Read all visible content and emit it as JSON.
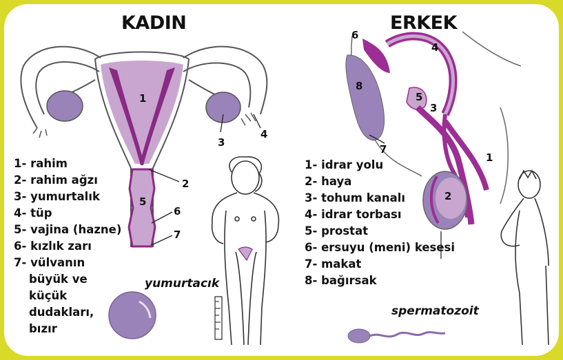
{
  "female": {
    "title": "KADIN",
    "numbers": [
      "1",
      "2",
      "3",
      "4",
      "5",
      "6",
      "7"
    ],
    "legend": [
      "1- rahim",
      "2- rahim ağzı",
      "3- yumurtalık",
      "4- tüp",
      "5- vajina (hazne)",
      "6- kızlık zarı",
      "7- vülvanın",
      "büyük ve",
      "küçük",
      "dudakları,",
      "bızır"
    ],
    "egg_caption": "yumurtacık"
  },
  "male": {
    "title": "ERKEK",
    "numbers": [
      "1",
      "2",
      "3",
      "4",
      "5",
      "6",
      "7",
      "8"
    ],
    "legend": [
      "1- idrar yolu",
      "2- haya",
      "3- tohum kanalı",
      "4- idrar torbası",
      "5- prostat",
      "6- ersuyu (meni) kesesi",
      "7- makat",
      "8- bağırsak"
    ],
    "sperm_caption": "spermatozoit"
  },
  "colors": {
    "border": "#d9d92a",
    "purple_light": "#c9a6cf",
    "purple_mid": "#9a83b8",
    "purple_dark": "#8a2a84",
    "magenta": "#9c2e94"
  }
}
